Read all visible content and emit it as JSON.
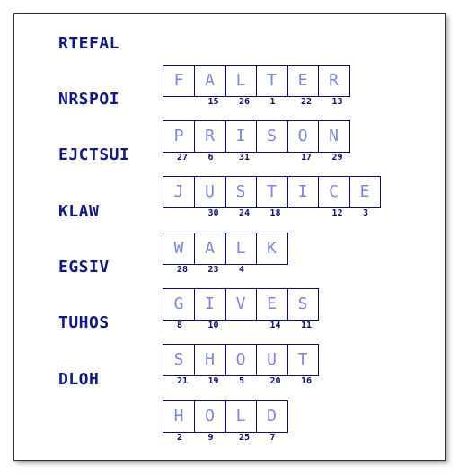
{
  "puzzles": [
    {
      "scrambled": "RTEFAL",
      "cells": [
        {
          "letter": "F",
          "number": ""
        },
        {
          "letter": "A",
          "number": "15"
        },
        {
          "letter": "L",
          "number": "26"
        },
        {
          "letter": "T",
          "number": "1"
        },
        {
          "letter": "E",
          "number": "22"
        },
        {
          "letter": "R",
          "number": "13"
        }
      ]
    },
    {
      "scrambled": "NRSPOI",
      "cells": [
        {
          "letter": "P",
          "number": "27"
        },
        {
          "letter": "R",
          "number": "6"
        },
        {
          "letter": "I",
          "number": "31"
        },
        {
          "letter": "S",
          "number": ""
        },
        {
          "letter": "O",
          "number": "17"
        },
        {
          "letter": "N",
          "number": "29"
        }
      ]
    },
    {
      "scrambled": "EJCTSUI",
      "cells": [
        {
          "letter": "J",
          "number": ""
        },
        {
          "letter": "U",
          "number": "30"
        },
        {
          "letter": "S",
          "number": "24"
        },
        {
          "letter": "T",
          "number": "18"
        },
        {
          "letter": "I",
          "number": ""
        },
        {
          "letter": "C",
          "number": "12"
        },
        {
          "letter": "E",
          "number": "3"
        }
      ]
    },
    {
      "scrambled": "KLAW",
      "cells": [
        {
          "letter": "W",
          "number": "28"
        },
        {
          "letter": "A",
          "number": "23"
        },
        {
          "letter": "L",
          "number": "4"
        },
        {
          "letter": "K",
          "number": ""
        }
      ]
    },
    {
      "scrambled": "EGSIV",
      "cells": [
        {
          "letter": "G",
          "number": "8"
        },
        {
          "letter": "I",
          "number": "10"
        },
        {
          "letter": "V",
          "number": ""
        },
        {
          "letter": "E",
          "number": "14"
        },
        {
          "letter": "S",
          "number": "11"
        }
      ]
    },
    {
      "scrambled": "TUHOS",
      "cells": [
        {
          "letter": "S",
          "number": "21"
        },
        {
          "letter": "H",
          "number": "19"
        },
        {
          "letter": "O",
          "number": "5"
        },
        {
          "letter": "U",
          "number": "20"
        },
        {
          "letter": "T",
          "number": "16"
        }
      ]
    },
    {
      "scrambled": "DLOH",
      "cells": [
        {
          "letter": "H",
          "number": "2"
        },
        {
          "letter": "O",
          "number": "9"
        },
        {
          "letter": "L",
          "number": "25"
        },
        {
          "letter": "D",
          "number": "7"
        }
      ]
    }
  ]
}
